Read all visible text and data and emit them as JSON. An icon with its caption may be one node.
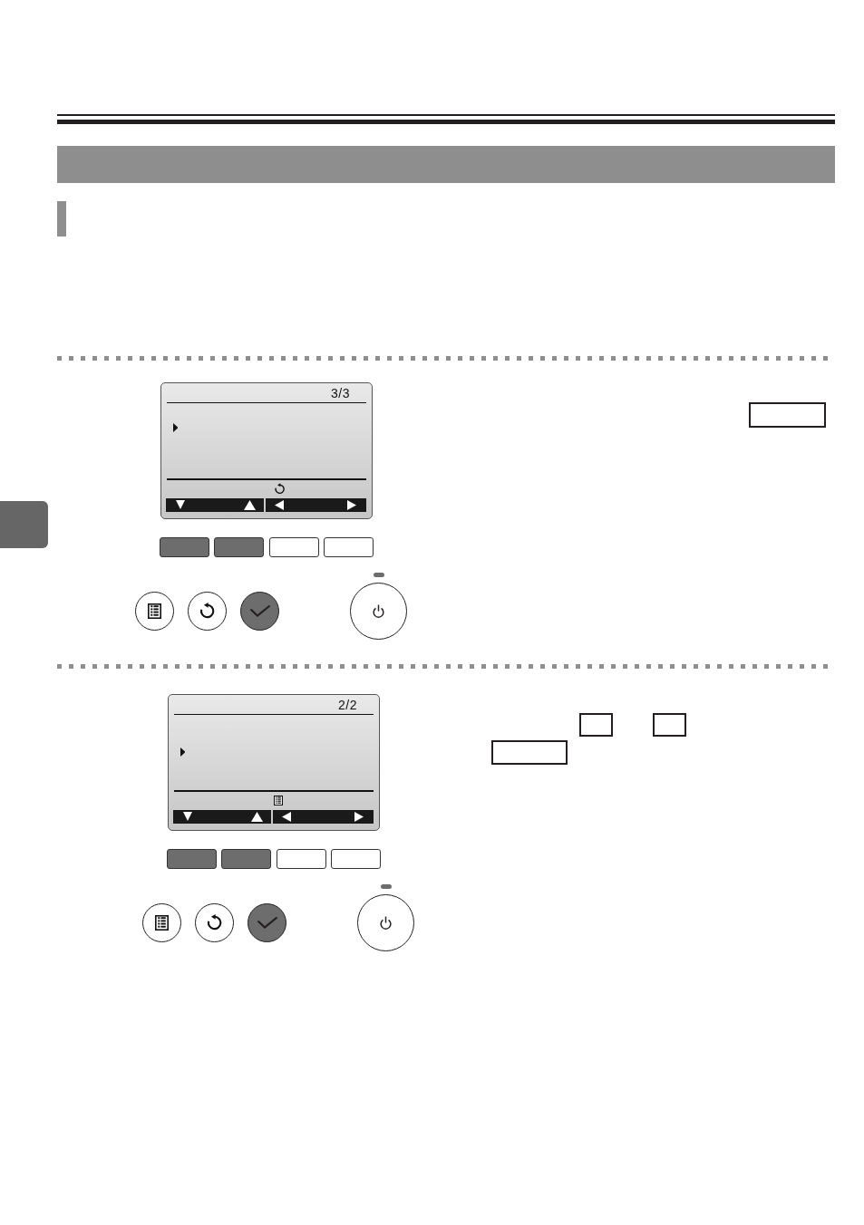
{
  "diagram": {
    "nodes": [
      {
        "text": [],
        "shape": "bar"
      },
      {
        "text": [
          "3/3"
        ]
      },
      {
        "text": [
          "2/2"
        ]
      }
    ]
  }
}
